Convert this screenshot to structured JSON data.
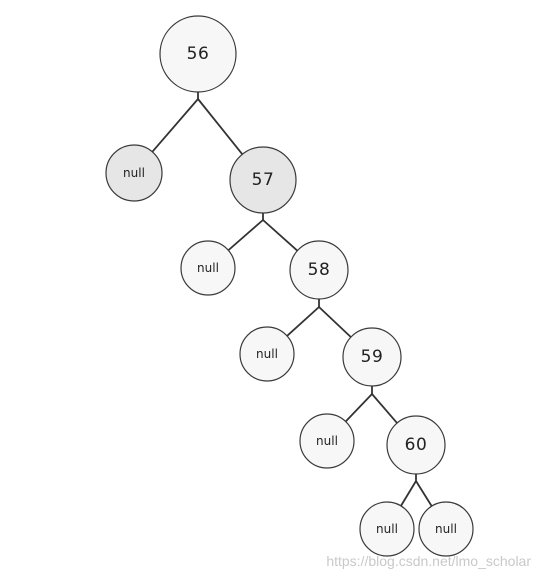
{
  "nodes": [
    {
      "id": "n56",
      "label": "56",
      "kind": "value",
      "highlight": false
    },
    {
      "id": "null-l1",
      "label": "null",
      "kind": "null",
      "highlight": true
    },
    {
      "id": "n57",
      "label": "57",
      "kind": "value",
      "highlight": true
    },
    {
      "id": "null-l2",
      "label": "null",
      "kind": "null",
      "highlight": false
    },
    {
      "id": "n58",
      "label": "58",
      "kind": "value",
      "highlight": false
    },
    {
      "id": "null-l3",
      "label": "null",
      "kind": "null",
      "highlight": false
    },
    {
      "id": "n59",
      "label": "59",
      "kind": "value",
      "highlight": false
    },
    {
      "id": "null-l4",
      "label": "null",
      "kind": "null",
      "highlight": false
    },
    {
      "id": "n60",
      "label": "60",
      "kind": "value",
      "highlight": false
    },
    {
      "id": "null-l5",
      "label": "null",
      "kind": "null",
      "highlight": false
    },
    {
      "id": "null-r5",
      "label": "null",
      "kind": "null",
      "highlight": false
    }
  ],
  "edges": [
    {
      "from": "n56",
      "to": "null-l1"
    },
    {
      "from": "n56",
      "to": "n57"
    },
    {
      "from": "n57",
      "to": "null-l2"
    },
    {
      "from": "n57",
      "to": "n58"
    },
    {
      "from": "n58",
      "to": "null-l3"
    },
    {
      "from": "n58",
      "to": "n59"
    },
    {
      "from": "n59",
      "to": "null-l4"
    },
    {
      "from": "n59",
      "to": "n60"
    },
    {
      "from": "n60",
      "to": "null-l5"
    },
    {
      "from": "n60",
      "to": "null-r5"
    }
  ],
  "watermark": "https://blog.csdn.net/lmo_scholar"
}
